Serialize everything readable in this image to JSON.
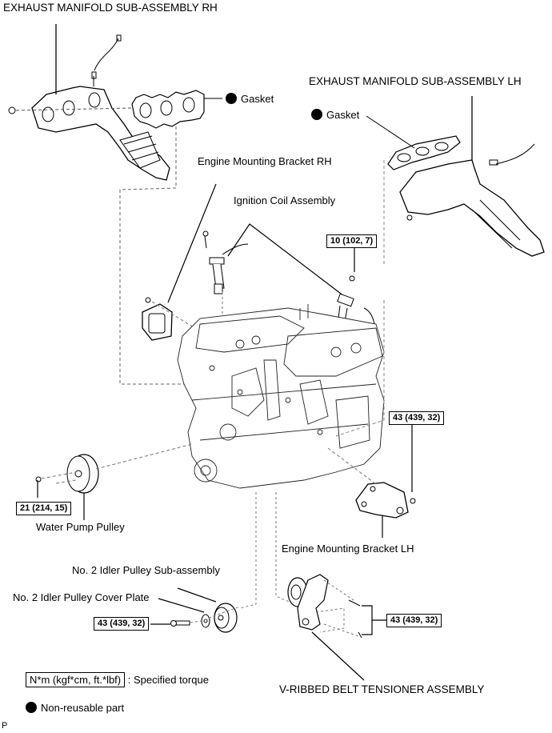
{
  "labels": {
    "exhaust_rh": "EXHAUST MANIFOLD SUB-ASSEMBLY RH",
    "exhaust_lh": "EXHAUST MANIFOLD SUB-ASSEMBLY LH",
    "gasket_rh": "Gasket",
    "gasket_lh": "Gasket",
    "bracket_rh": "Engine Mounting Bracket RH",
    "ignition_coil": "Ignition Coil Assembly",
    "water_pump_pulley": "Water Pump Pulley",
    "bracket_lh": "Engine Mounting Bracket LH",
    "idler_pulley": "No. 2 Idler Pulley Sub-assembly",
    "idler_cover": "No. 2 Idler Pulley Cover Plate",
    "tensioner": "V-RIBBED BELT TENSIONER ASSEMBLY"
  },
  "torques": {
    "ignition_coil_bolt": "10 (102, 7)",
    "water_pump_bolt": "21 (214, 15)",
    "bracket_lh_bolt": "43 (439, 32)",
    "idler_bolt": "43 (439, 32)",
    "tensioner_bolts": "43 (439, 32)"
  },
  "legend": {
    "torque_unit": "N*m (kgf*cm, ft.*lbf)",
    "torque_desc": ": Specified torque",
    "non_reusable": "Non-reusable part"
  },
  "corner_mark": "P"
}
